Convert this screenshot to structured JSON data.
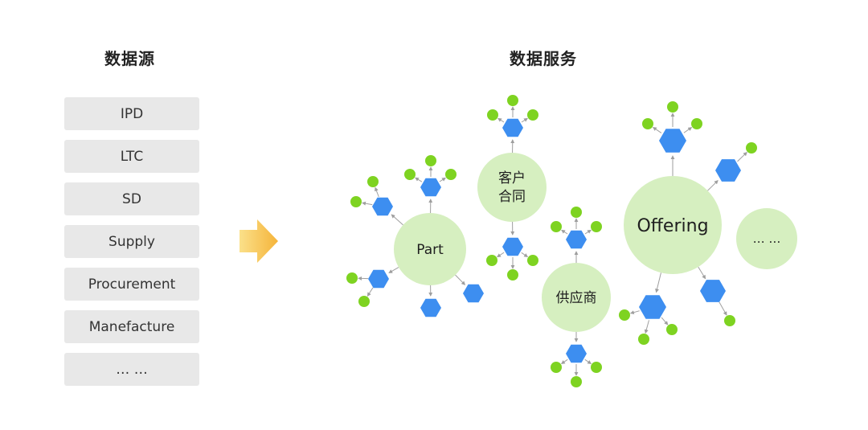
{
  "headings": {
    "source": "数据源",
    "service": "数据服务"
  },
  "sources": [
    "IPD",
    "LTC",
    "SD",
    "Supply",
    "Procurement",
    "Manefacture",
    "… …"
  ],
  "services": {
    "part": "Part",
    "contract_line1": "客户",
    "contract_line2": "合同",
    "supplier": "供应商",
    "offering": "Offering",
    "more": "… …"
  },
  "colors": {
    "source_bg": "#e8e8e8",
    "arrow": "#f6b93b",
    "service_circle": "#d6efc0",
    "hexagon": "#3d8ef0",
    "leaf": "#7ed321",
    "connector": "#9e9e9e"
  },
  "icons": {
    "flow_arrow": "arrow-right-icon",
    "entity": "hexagon-icon",
    "attribute": "dot-icon"
  }
}
